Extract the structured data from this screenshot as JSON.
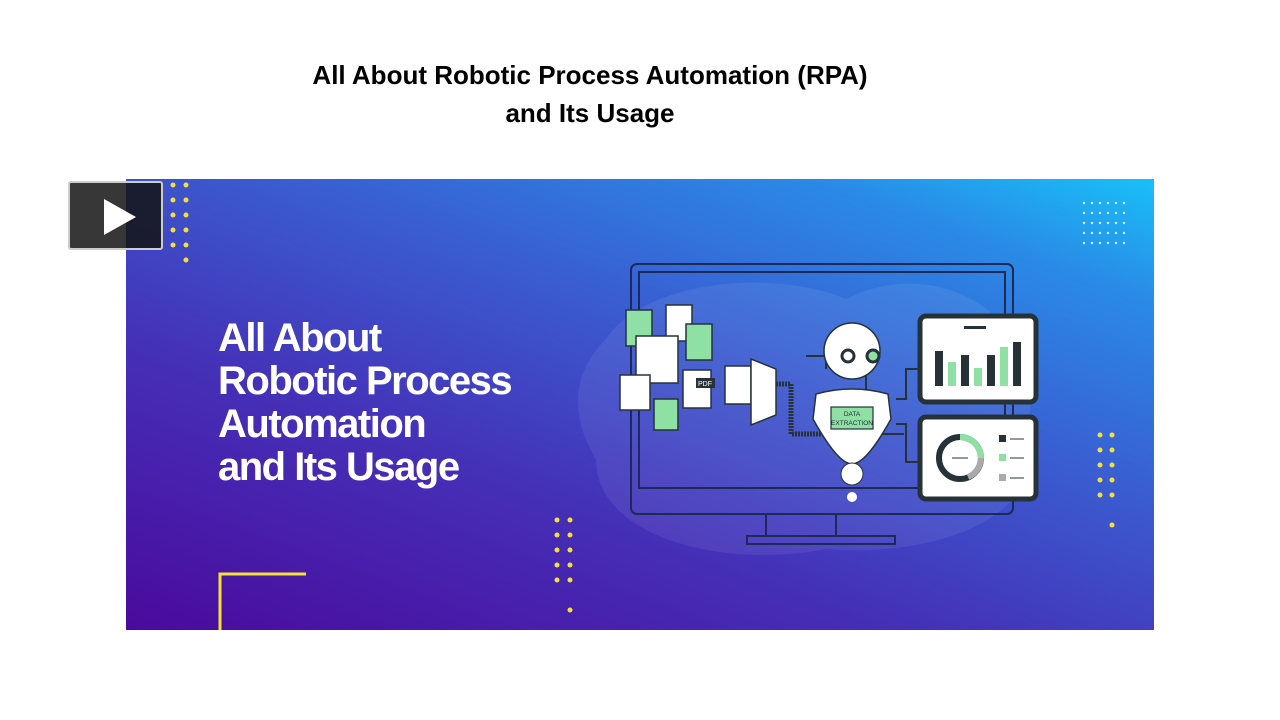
{
  "slide": {
    "title_line1": "All About Robotic Process Automation (RPA)",
    "title_line2": "and Its Usage"
  },
  "banner": {
    "headline": [
      "All About",
      "Robotic Process",
      "Automation",
      "and Its Usage"
    ],
    "robot_label": [
      "DATA",
      "EXTRACTION"
    ],
    "pdf_label": "PDF"
  },
  "player": {
    "icon": "play-icon"
  },
  "colors": {
    "accent_yellow": "#f5e03a",
    "accent_green": "#8ee0a4",
    "dark": "#263238"
  }
}
